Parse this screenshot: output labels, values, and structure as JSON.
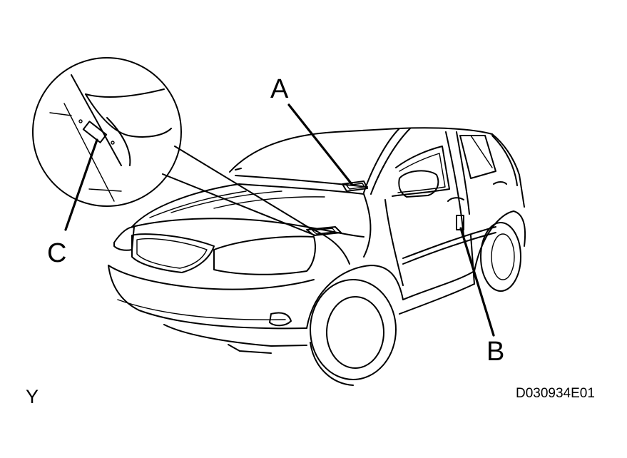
{
  "labels": {
    "a": "A",
    "b": "B",
    "c": "C"
  },
  "corner_mark": "Y",
  "figure_code": "D030934E01",
  "colors": {
    "line": "#000000",
    "background": "#ffffff"
  }
}
